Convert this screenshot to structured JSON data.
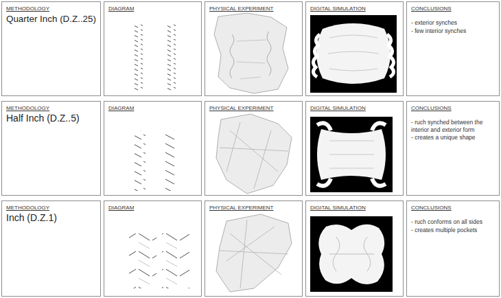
{
  "diagram": {
    "nodes": [
      {
        "text": [
          "METHODOLOGY",
          "Quarter Inch (D.Z..25)"
        ]
      },
      {
        "text": [
          "DIAGRAM"
        ]
      },
      {
        "text": [
          "PHYSICAL EXPERIMENT"
        ]
      },
      {
        "text": [
          "DIGITAL SIMULATION"
        ]
      },
      {
        "text": [
          "CONCLUSIONS",
          "- exterior synches",
          "- few interior synches"
        ]
      },
      {
        "text": [
          "METHODOLOGY",
          "Half Inch (D.Z..5)"
        ]
      },
      {
        "text": [
          "DIAGRAM"
        ]
      },
      {
        "text": [
          "PHYSICAL EXPERIMENT"
        ]
      },
      {
        "text": [
          "DIGITAL SIMULATION"
        ]
      },
      {
        "text": [
          "CONCLUSIONS",
          "- ruch synched between the interior and exterior form",
          "- creates a unique shape"
        ]
      },
      {
        "text": [
          "METHODOLOGY",
          "Inch (D.Z.1)"
        ]
      },
      {
        "text": [
          "DIAGRAM"
        ]
      },
      {
        "text": [
          "PHYSICAL EXPERIMENT"
        ]
      },
      {
        "text": [
          "DIGITAL SIMULATION"
        ]
      },
      {
        "text": [
          "CONCLUSIONS",
          "- ruch conforms on all sides",
          "- creates multiple pockets"
        ]
      }
    ]
  }
}
